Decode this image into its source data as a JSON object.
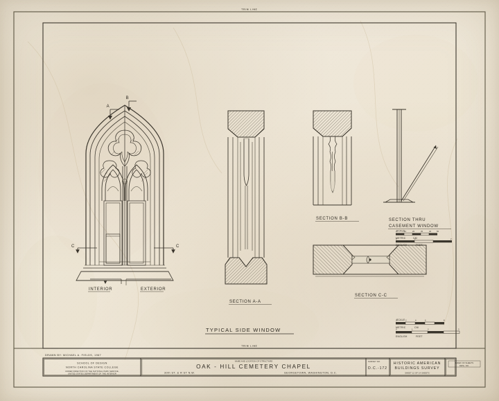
{
  "sheet": {
    "trim_line_top": "TRIM LINE",
    "trim_line_bottom": "TRIM LINE",
    "main_title": "TYPICAL SIDE WINDOW"
  },
  "drawing_labels": {
    "interior": "INTERIOR",
    "exterior": "EXTERIOR",
    "section_aa": "SECTION A-A",
    "section_bb": "SECTION B-B",
    "section_cc": "SECTION C-C",
    "section_casement_l1": "SECTION THRU",
    "section_casement_l2": "CASEMENT WINDOW"
  },
  "section_markers": {
    "a_top": "A",
    "b_top": "B",
    "c_left": "C",
    "c_right": "C"
  },
  "scale_bars": [
    {
      "title": "SCALE",
      "metric_label": "METRIC",
      "metric_unit": "CM",
      "english_label": "ENGLISH",
      "english_unit": "FEET",
      "metric_ticks": [
        "0",
        "10",
        "20",
        "30",
        "40",
        "50"
      ],
      "english_ticks": [
        "0",
        "1",
        "2"
      ]
    },
    {
      "title": "SCALE",
      "metric_label": "METRIC",
      "metric_unit": "CM",
      "english_label": "ENGLISH",
      "english_unit": "FEET",
      "metric_ticks": [
        "0",
        "2",
        "4",
        "6",
        "8"
      ],
      "english_ticks": [
        "0",
        "1",
        "2",
        "3"
      ]
    }
  ],
  "title_block": {
    "drawn_by": "DRAWN BY: MICHAEL A. FIELDS, 1967",
    "left_cell": {
      "line1": "SCHOOL  OF  DESIGN",
      "line2": "NORTH CAROLINA  STATE  COLLEGE",
      "line3": "UNDER DIRECTION OF THE NATIONAL PARK SERVICE,",
      "line4": "UNITED STATES DEPARTMENT OF THE INTERIOR"
    },
    "center_cell": {
      "caption": "NAME AND LOCATION OF STRUCTURE",
      "structure_name": "OAK - HILL   CEMETERY   CHAPEL",
      "address": "30th  ST.  &  R  ST  N.W.",
      "locality": "GEORGETOWN,   WASHINGTON,   D.C."
    },
    "survey_cell": {
      "caption": "SURVEY NO.",
      "value": "D.C.-172"
    },
    "agency_cell": {
      "line1": "HISTORIC AMERICAN",
      "line2": "BUILDINGS SURVEY",
      "line3": "SHEET  12  OF  14  SHEETS"
    },
    "index_cell": {
      "caption": "INDEX OF SHEETS",
      "value": "DWG. NO."
    }
  },
  "colors": {
    "paper": "#efe9dd",
    "ink": "#3a352c",
    "ink_light": "#55503f"
  }
}
